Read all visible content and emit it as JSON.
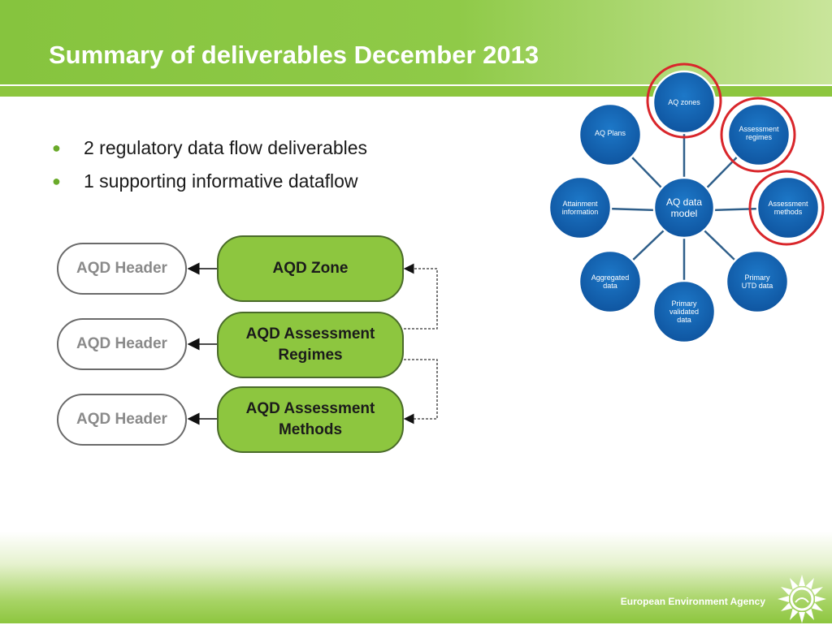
{
  "slide": {
    "title": "Summary of deliverables December 2013",
    "bullets": [
      "2 regulatory data flow deliverables",
      "1 supporting informative dataflow"
    ]
  },
  "flow_diagram": {
    "header_label": "AQD Header",
    "rows": [
      {
        "header": "AQD Header",
        "deliverable_line1": "AQD Zone",
        "deliverable_line2": ""
      },
      {
        "header": "AQD Header",
        "deliverable_line1": "AQD Assessment",
        "deliverable_line2": "Regimes"
      },
      {
        "header": "AQD Header",
        "deliverable_line1": "AQD Assessment",
        "deliverable_line2": "Methods"
      }
    ],
    "colors": {
      "deliverable_fill": "#8dc63f",
      "header_fill": "#ffffff"
    }
  },
  "data_model": {
    "center_line1": "AQ data",
    "center_line2": "model",
    "nodes": [
      {
        "line1": "AQ zones",
        "line2": "",
        "line3": "",
        "highlighted": true
      },
      {
        "line1": "Assessment",
        "line2": "regimes",
        "line3": "",
        "highlighted": true
      },
      {
        "line1": "Assessment",
        "line2": "methods",
        "line3": "",
        "highlighted": true
      },
      {
        "line1": "Primary",
        "line2": "UTD data",
        "line3": "",
        "highlighted": false
      },
      {
        "line1": "Primary",
        "line2": "validated",
        "line3": "data",
        "highlighted": false
      },
      {
        "line1": "Aggregated",
        "line2": "data",
        "line3": "",
        "highlighted": false
      },
      {
        "line1": "Attainment",
        "line2": "information",
        "line3": "",
        "highlighted": false
      },
      {
        "line1": "AQ Plans",
        "line2": "",
        "line3": "",
        "highlighted": false
      }
    ],
    "colors": {
      "node_fill": "#1565b0",
      "highlight_ring": "#d9262b",
      "connector": "#2f5f8a"
    }
  },
  "footer": {
    "organisation": "European Environment Agency",
    "logo_icon": "eea-sun-logo-icon"
  },
  "theme": {
    "accent": "#8dc63f",
    "title_text": "#ffffff"
  }
}
